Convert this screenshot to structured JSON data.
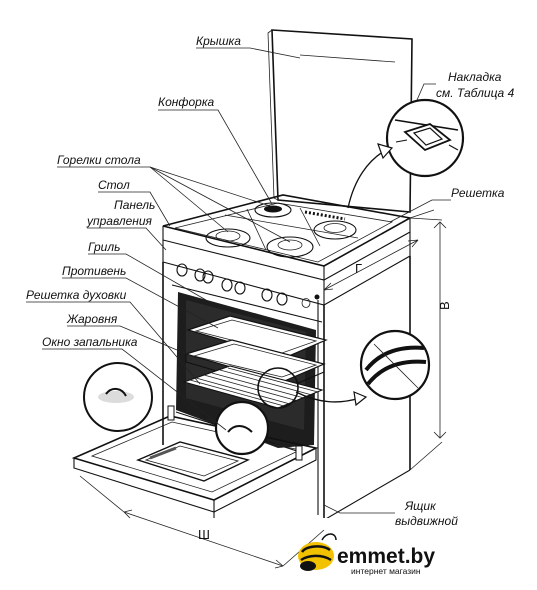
{
  "labels": {
    "lid": "Крышка",
    "burner": "Конфорка",
    "cover": "Накладка",
    "cover_ref": "см. Таблица 4",
    "table_burners": "Горелки стола",
    "table": "Стол",
    "grate": "Решетка",
    "panel_1": "Панель",
    "panel_2": "управления",
    "grill": "Гриль",
    "baking_tray": "Противень",
    "oven_rack": "Решетка духовки",
    "roasting_pan": "Жаровня",
    "ignition_window": "Окно запальника",
    "drawer_1": "Ящик",
    "drawer_2": "выдвижной"
  },
  "dimensions": {
    "depth": "Г",
    "height": "В",
    "width": "Ш"
  },
  "logo": {
    "brand": "emmet.by",
    "tagline": "интернет магазин",
    "accent_color": "#f2c200"
  },
  "colors": {
    "line": "#111111",
    "oven_interior": "#222222",
    "background": "#ffffff"
  }
}
